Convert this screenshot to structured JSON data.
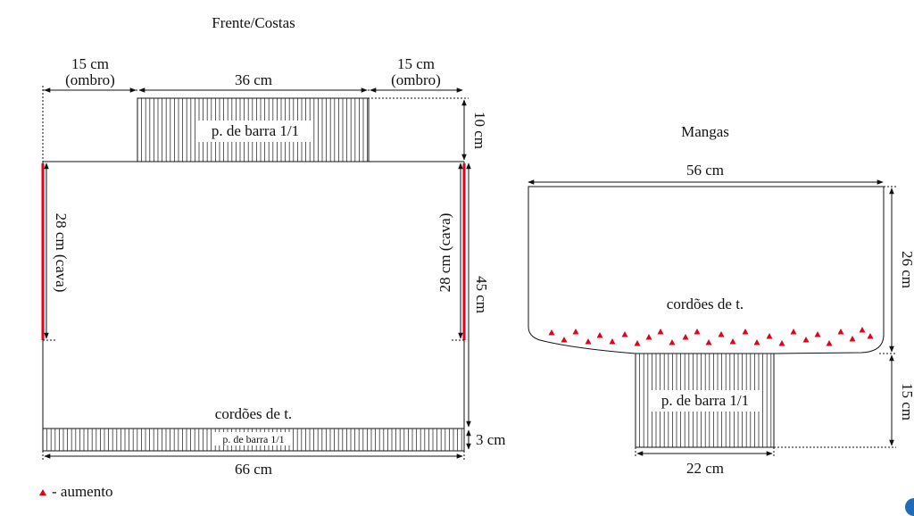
{
  "front_back": {
    "title": "Frente/Costas",
    "shoulder_left": {
      "measure": "15 cm",
      "note": "(ombro)"
    },
    "neck_width": "36 cm",
    "shoulder_right": {
      "measure": "15 cm",
      "note": "(ombro)"
    },
    "neck_rib": "p. de barra 1/1",
    "neck_height": "10 cm",
    "armhole_left": "28 cm (cava)",
    "armhole_right": "28 cm (cava)",
    "body_height": "45 cm",
    "garter_label": "cordões de t.",
    "hem_rib": "p. de barra 1/1",
    "hem_height": "3 cm",
    "width": "66 cm"
  },
  "sleeves": {
    "title": "Mangas",
    "width": "56 cm",
    "height": "26 cm",
    "garter_label": "cordões de t.",
    "cuff_rib": "p. de barra 1/1",
    "cuff_height": "15 cm",
    "cuff_width": "22 cm"
  },
  "legend": {
    "symbol": "▲",
    "text": "- aumento"
  },
  "colors": {
    "line": "#111111",
    "armhole": "#e3001b",
    "increase": "#e3001b",
    "corner": "#1f6bb5"
  }
}
